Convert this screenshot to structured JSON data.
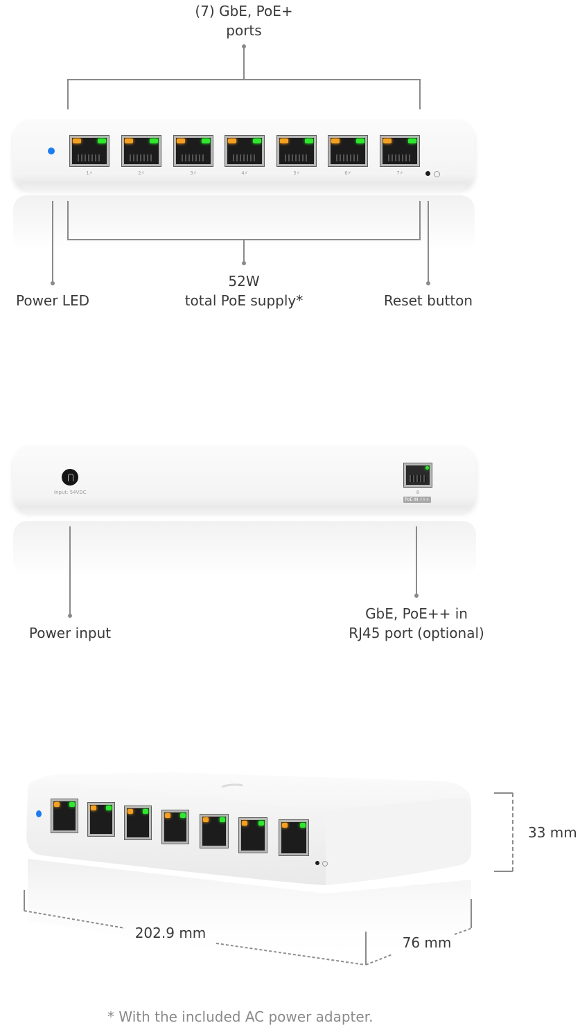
{
  "front_view": {
    "top_label_line1": "(7) GbE, PoE+",
    "top_label_line2": "ports",
    "power_led_label": "Power LED",
    "poe_supply_line1": "52W",
    "poe_supply_line2": "total PoE supply*",
    "reset_label": "Reset button",
    "ports": [
      {
        "number": "1"
      },
      {
        "number": "2"
      },
      {
        "number": "3"
      },
      {
        "number": "4"
      },
      {
        "number": "5"
      },
      {
        "number": "6"
      },
      {
        "number": "7"
      }
    ]
  },
  "rear_view": {
    "power_input_label": "Power input",
    "power_input_marking": "Input: 54VDC",
    "uplink_label_line1": "GbE, PoE++ in",
    "uplink_label_line2": "RJ45 port (optional)",
    "uplink_port_number": "8",
    "uplink_port_badge": "PoE IN ⚡++"
  },
  "dimensions_view": {
    "height": "33 mm",
    "width": "202.9 mm",
    "depth": "76 mm"
  },
  "footnote": "* With the included AC power adapter.",
  "colors": {
    "led_power": "#1e7bf0",
    "led_amber": "#f5a020",
    "led_green": "#2ee82e",
    "callout_line": "#8a8a8a",
    "label_text": "#3a3a3a",
    "footnote_text": "#8a8a8a"
  }
}
